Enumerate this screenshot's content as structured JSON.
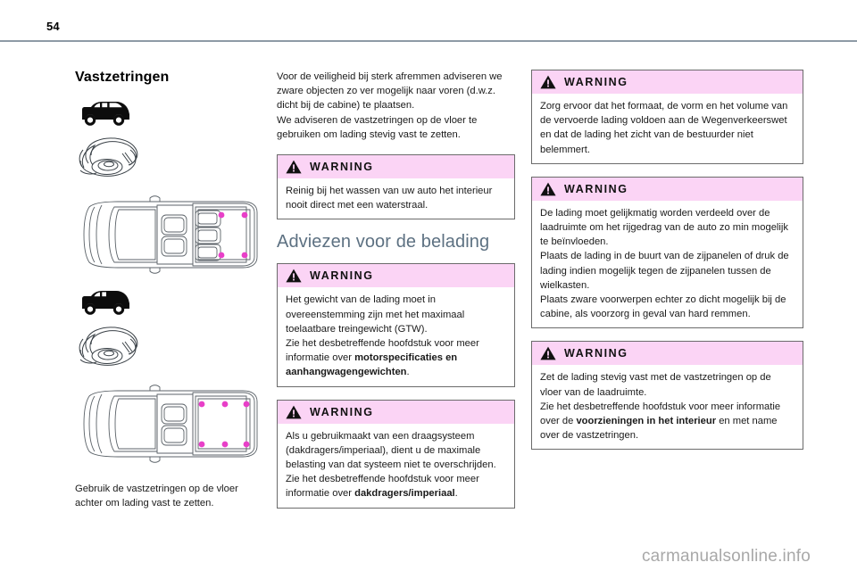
{
  "page": {
    "number": "54",
    "watermark": "carmanualsonline.info"
  },
  "column1": {
    "title": "Vastzetringen",
    "figures": [
      {
        "name": "crew-van-side-view",
        "ring_detail": "lashing-ring-detail",
        "top_view": "crew-van-top-view-with-lashing-points",
        "lashing_point_color": "#e83fc8",
        "lashing_points": 4
      },
      {
        "name": "panel-van-side-view",
        "ring_detail": "lashing-ring-detail",
        "top_view": "panel-van-top-view-with-lashing-points",
        "lashing_point_color": "#e83fc8",
        "lashing_points": 6
      }
    ],
    "caption": "Gebruik de vastzetringen op de vloer achter om lading vast te zetten."
  },
  "column2": {
    "intro": "Voor de veiligheid bij sterk afremmen adviseren we zware objecten zo ver mogelijk naar voren (d.w.z. dicht bij de cabine) te plaatsen.\nWe adviseren de vastzetringen op de vloer te gebruiken om lading stevig vast te zetten.",
    "warning1": {
      "label": "WARNING",
      "text": "Reinig bij het wassen van uw auto het interieur nooit direct met een waterstraal."
    },
    "section_title": "Adviezen voor de belading",
    "warning2": {
      "label": "WARNING",
      "text_part1": "Het gewicht van de lading moet in overeenstemming zijn met het maximaal toelaatbare treingewicht (GTW).\nZie het desbetreffende hoofdstuk voor meer informatie over ",
      "bold": "motorspecificaties en aanhangwagengewichten",
      "text_part2": "."
    },
    "warning3": {
      "label": "WARNING",
      "text_part1": "Als u gebruikmaakt van een draagsysteem (dakdragers/imperiaal), dient u de maximale belasting van dat systeem niet te overschrijden.\nZie het desbetreffende hoofdstuk voor meer informatie over ",
      "bold": "dakdragers/imperiaal",
      "text_part2": "."
    }
  },
  "column3": {
    "warning1": {
      "label": "WARNING",
      "text": "Zorg ervoor dat het formaat, de vorm en het volume van de vervoerde lading voldoen aan de Wegenverkeerswet en dat de lading het zicht van de bestuurder niet belemmert."
    },
    "warning2": {
      "label": "WARNING",
      "text": "De lading moet gelijkmatig worden verdeeld over de laadruimte om het rijgedrag van de auto zo min mogelijk te beïnvloeden.\nPlaats de lading in de buurt van de zijpanelen of druk de lading indien mogelijk tegen de zijpanelen tussen de wielkasten.\nPlaats zware voorwerpen echter zo dicht mogelijk bij de cabine, als voorzorg in geval van hard remmen."
    },
    "warning3": {
      "label": "WARNING",
      "text_part1": "Zet de lading stevig vast met de vastzetringen op de vloer van de laadruimte.\nZie het desbetreffende hoofdstuk voor meer informatie over de ",
      "bold": "voorzieningen in het interieur",
      "text_part2": " en met name over de vastzetringen."
    }
  },
  "colors": {
    "warning_header_bg": "#fbd4f5",
    "section_title": "#5d7182",
    "header_rule": "#8e9aa6",
    "lashing_point": "#e83fc8"
  }
}
